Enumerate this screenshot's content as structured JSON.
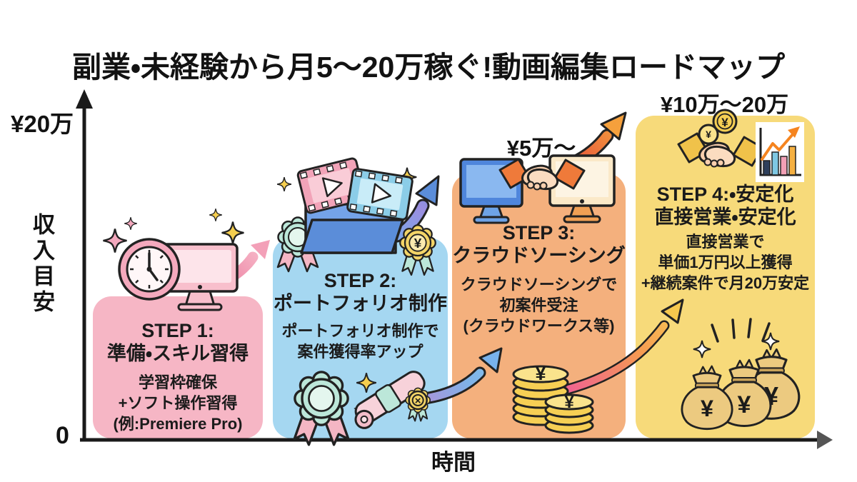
{
  "title": "副業・未経験から月5〜20万稼ぐ!動画編集ロードマップ",
  "axes": {
    "y_max_label": "¥20万",
    "y_axis_label": "収入目安",
    "origin_label": "0",
    "x_axis_label": "時間"
  },
  "steps": [
    {
      "id": "step-1",
      "color": "#f6b6c5",
      "heading": [
        "STEP 1:",
        "準備・スキル習得"
      ],
      "body": [
        "学習枠確保",
        "+ソフト操作習得",
        "(例:Premiere Pro)"
      ]
    },
    {
      "id": "step-2",
      "color": "#a5d7f1",
      "heading": [
        "STEP 2:",
        "ポートフォリオ制作"
      ],
      "body": [
        "ポートフォリオ制作で",
        "案件獲得率アップ"
      ]
    },
    {
      "id": "step-3",
      "color": "#f4b07d",
      "heading": [
        "STEP 3:",
        "クラウドソーシング"
      ],
      "body": [
        "クラウドソーシングで",
        "初案件受注",
        "(クラウドワークス等)"
      ],
      "income_label": "¥5万〜"
    },
    {
      "id": "step-4",
      "color": "#f7da7a",
      "heading": [
        "STEP 4:・安定化",
        "直接営業・安定化"
      ],
      "body": [
        "直接営業で",
        "単価1万円以上獲得",
        "+継続案件で月20万安定"
      ],
      "income_label": "¥10万〜20万"
    }
  ],
  "icons": {
    "yen_symbol": "¥",
    "seal_symbol": "×"
  }
}
